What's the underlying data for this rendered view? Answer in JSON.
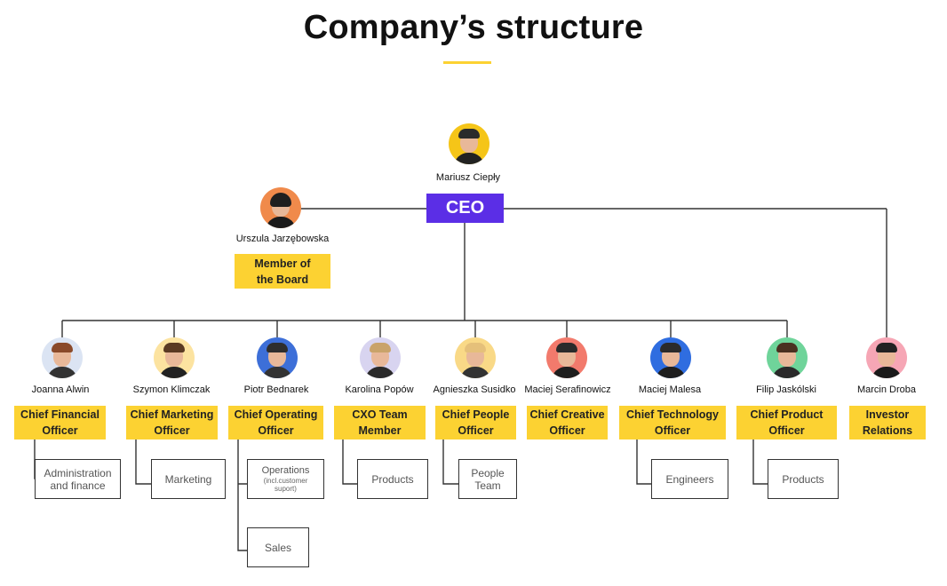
{
  "title": "Company’s structure",
  "colors": {
    "accent_yellow": "#fcd232",
    "ceo_purple": "#5b2ee6",
    "line": "#333333"
  },
  "ceo": {
    "name": "Mariusz Ciepły",
    "role": "CEO",
    "avatar_color": "#f5c518"
  },
  "board": {
    "name": "Urszula Jarzębowska",
    "role": "Member of\nthe Board",
    "avatar_color": "#f08a4b"
  },
  "executives": [
    {
      "name": "Joanna Alwin",
      "role": "Chief Financial\nOfficer",
      "avatar_color": "#dbe4f3",
      "departments": [
        "Administration\nand finance"
      ]
    },
    {
      "name": "Szymon Klimczak",
      "role": "Chief Marketing\nOfficer",
      "avatar_color": "#fce3a0",
      "departments": [
        "Marketing"
      ]
    },
    {
      "name": "Piotr Bednarek",
      "role": "Chief Operating\nOfficer",
      "avatar_color": "#3d6fd8",
      "departments": [
        "Operations",
        "Sales"
      ],
      "department_notes": [
        "(incl.customer\nsuport)",
        ""
      ]
    },
    {
      "name": "Karolina Popów",
      "role": "CXO Team\nMember",
      "avatar_color": "#d8d4f0",
      "departments": [
        "Products"
      ]
    },
    {
      "name": "Agnieszka Susidko",
      "role": "Chief People\nOfficer",
      "avatar_color": "#f9d987",
      "departments": [
        "People\nTeam"
      ]
    },
    {
      "name": "Maciej Serafinowicz",
      "role": "Chief Creative\nOfficer",
      "avatar_color": "#f27a6c",
      "departments": []
    },
    {
      "name": "Maciej Malesa",
      "role": "Chief Technology\nOfficer",
      "avatar_color": "#2f6de0",
      "departments": [
        "Engineers"
      ]
    },
    {
      "name": "Filip Jaskólski",
      "role": "Chief Product\nOfficer",
      "avatar_color": "#6fd49a",
      "departments": [
        "Products"
      ]
    },
    {
      "name": "Marcin Droba",
      "role": "Investor\nRelations",
      "avatar_color": "#f6a6b5",
      "departments": []
    }
  ]
}
